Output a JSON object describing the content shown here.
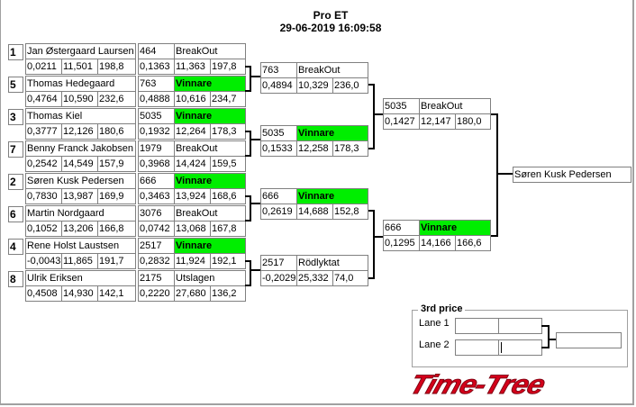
{
  "header": {
    "title": "Pro ET",
    "datetime": "29-06-2019 16:09:58"
  },
  "round1": [
    {
      "seed": "1",
      "name": "Jan Østergaard Laursen",
      "q": [
        "0,0211",
        "11,501",
        "198,8"
      ],
      "number": "464",
      "status": "BreakOut",
      "winner": false,
      "r": [
        "0,1363",
        "11,363",
        "197,8"
      ]
    },
    {
      "seed": "5",
      "name": "Thomas Hedegaard",
      "q": [
        "0,4764",
        "10,590",
        "232,6"
      ],
      "number": "763",
      "status": "Vinnare",
      "winner": true,
      "r": [
        "0,4888",
        "10,616",
        "234,7"
      ]
    },
    {
      "seed": "3",
      "name": "Thomas Kiel",
      "q": [
        "0,3777",
        "12,126",
        "180,6"
      ],
      "number": "5035",
      "status": "Vinnare",
      "winner": true,
      "r": [
        "0,1932",
        "12,264",
        "178,3"
      ]
    },
    {
      "seed": "7",
      "name": "Benny Franck Jakobsen",
      "q": [
        "0,2542",
        "14,549",
        "157,9"
      ],
      "number": "1979",
      "status": "BreakOut",
      "winner": false,
      "r": [
        "0,3968",
        "14,424",
        "159,5"
      ]
    },
    {
      "seed": "2",
      "name": "Søren Kusk Pedersen",
      "q": [
        "0,7830",
        "13,987",
        "169,9"
      ],
      "number": "666",
      "status": "Vinnare",
      "winner": true,
      "r": [
        "0,3463",
        "13,924",
        "168,6"
      ]
    },
    {
      "seed": "6",
      "name": "Martin Nordgaard",
      "q": [
        "0,1052",
        "13,206",
        "166,8"
      ],
      "number": "3076",
      "status": "BreakOut",
      "winner": false,
      "r": [
        "0,0742",
        "13,068",
        "167,8"
      ]
    },
    {
      "seed": "4",
      "name": "Rene Holst Laustsen",
      "q": [
        "-0,0043",
        "11,865",
        "191,7"
      ],
      "number": "2517",
      "status": "Vinnare",
      "winner": true,
      "r": [
        "0,2832",
        "11,924",
        "192,1"
      ]
    },
    {
      "seed": "8",
      "name": "Ulrik Eriksen",
      "q": [
        "0,4508",
        "14,930",
        "142,1"
      ],
      "number": "2175",
      "status": "Utslagen",
      "winner": false,
      "r": [
        "0,2220",
        "27,680",
        "136,2"
      ]
    }
  ],
  "round2": [
    {
      "number": "763",
      "status": "BreakOut",
      "winner": false,
      "r": [
        "0,4894",
        "10,329",
        "236,0"
      ]
    },
    {
      "number": "5035",
      "status": "Vinnare",
      "winner": true,
      "r": [
        "0,1533",
        "12,258",
        "178,3"
      ]
    },
    {
      "number": "666",
      "status": "Vinnare",
      "winner": true,
      "r": [
        "0,2619",
        "14,688",
        "152,8"
      ]
    },
    {
      "number": "2517",
      "status": "Rödlyktat",
      "winner": false,
      "r": [
        "-0,2029",
        "25,332",
        "74,0"
      ]
    }
  ],
  "round3": [
    {
      "number": "5035",
      "status": "BreakOut",
      "winner": false,
      "r": [
        "0,1427",
        "12,147",
        "180,0"
      ]
    },
    {
      "number": "666",
      "status": "Vinnare",
      "winner": true,
      "r": [
        "0,1295",
        "14,166",
        "166,6"
      ]
    }
  ],
  "final": {
    "winner": "Søren Kusk Pedersen"
  },
  "third_price": {
    "label": "3rd price",
    "lane1_label": "Lane 1",
    "lane2_label": "Lane 2",
    "lane1": [
      "",
      ""
    ],
    "lane2": [
      "",
      ""
    ],
    "result": ""
  },
  "logo": {
    "text": "Time-Tree"
  },
  "colors": {
    "winner": "#00ee00",
    "logo": "#d4001a"
  }
}
